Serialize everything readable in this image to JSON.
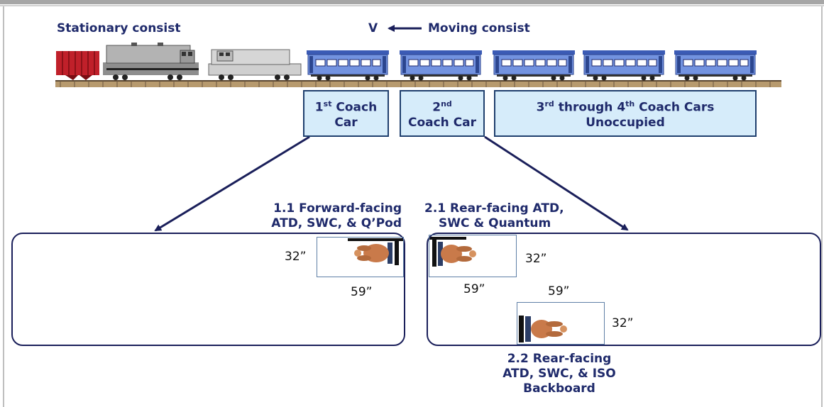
{
  "header": {
    "stationary": "Stationary consist",
    "velocity_symbol": "V",
    "moving": "Moving consist"
  },
  "callouts": {
    "coach1": {
      "line1": "1",
      "sup1": "st",
      "line1_rest": " Coach",
      "line2": "Car"
    },
    "coach2": {
      "line1": "2",
      "sup1": "nd",
      "line2": "Coach Car"
    },
    "coach34": {
      "pre": "3",
      "sup1": "rd",
      "mid": " through 4",
      "sup2": "th",
      "post": " Coach Cars",
      "line2": "Unoccupied"
    }
  },
  "tests": {
    "t11": {
      "line1": "1.1 Forward-facing",
      "line2": "ATD, SWC, & Q’Pod"
    },
    "t21": {
      "line1": "2.1 Rear-facing ATD,",
      "line2": "SWC & Quantum"
    },
    "t22": {
      "line1": "2.2 Rear-facing",
      "line2": "ATD, SWC, & ISO",
      "line3": "Backboard"
    }
  },
  "dimensions": {
    "t11_depth": "32”",
    "t11_width": "59”",
    "t21_width": "59”",
    "t21_depth": "32”",
    "t22_width": "59”",
    "t22_depth": "32”"
  },
  "colors": {
    "navy": "#1f2a6b",
    "coach_blue": "#6f8fdc",
    "callout_fill": "#d6ecfa",
    "hopper_red": "#c0202a",
    "locomotive_gray": "#9a9a9a"
  },
  "icons": [
    "hopper-car-icon",
    "locomotive-icon",
    "locomotive-icon",
    "coach-car-icon",
    "crash-dummy-icon"
  ]
}
